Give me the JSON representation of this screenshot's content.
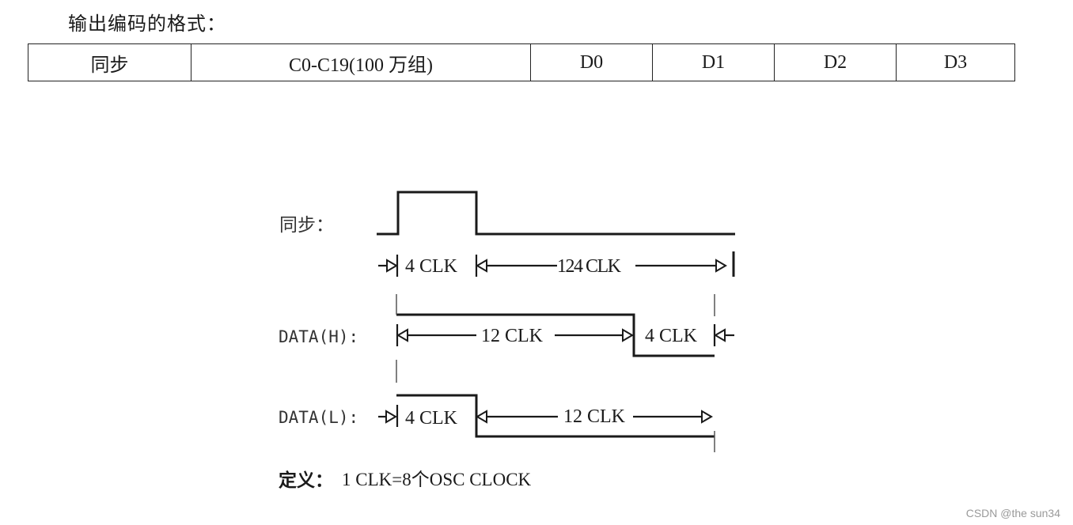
{
  "heading": "输出编码的格式：",
  "format_table": {
    "cells": [
      "同步",
      "C0-C19(100 万组)",
      "D0",
      "D1",
      "D2",
      "D3"
    ]
  },
  "timing": {
    "sync_label": "同步：",
    "data_h_label": "DATA(H):",
    "data_l_label": "DATA(L):",
    "sync_high": "4 CLK",
    "sync_low": "124 CLK",
    "h_high": "12 CLK",
    "h_low": "4 CLK",
    "l_high": "4 CLK",
    "l_low": "12 CLK",
    "definition_prefix": "定义：",
    "definition_text": "1 CLK=8个OSC CLOCK"
  },
  "watermark": "CSDN @the sun34"
}
